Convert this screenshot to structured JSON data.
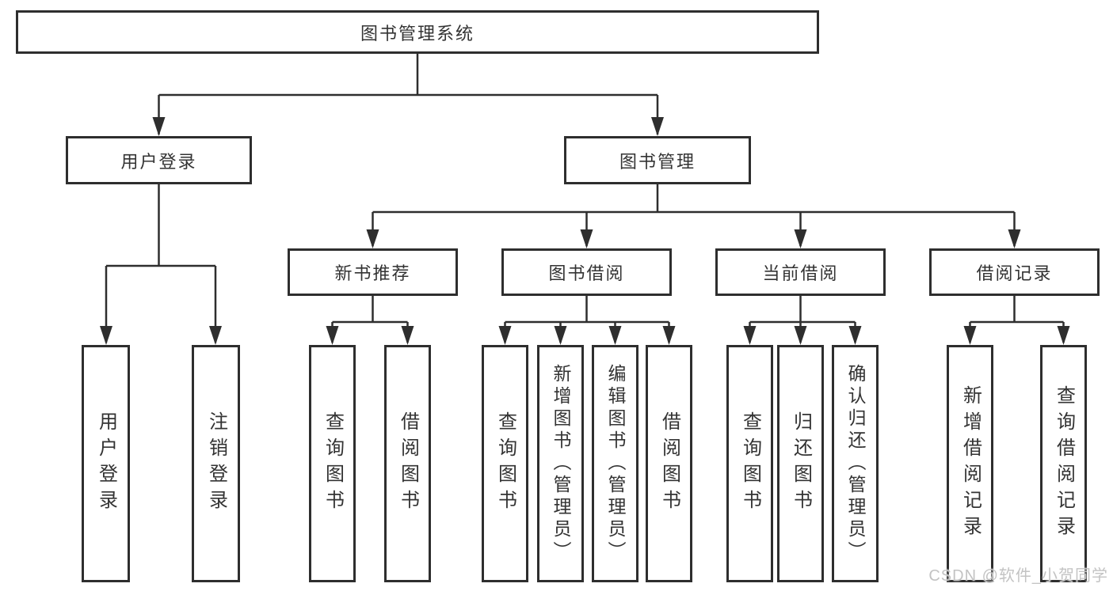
{
  "tree": {
    "label": "图书管理系统",
    "children": [
      {
        "label": "用户登录",
        "children": [
          {
            "label": "用户登录"
          },
          {
            "label": "注销登录"
          }
        ]
      },
      {
        "label": "图书管理",
        "children": [
          {
            "label": "新书推荐",
            "children": [
              {
                "label": "查询图书"
              },
              {
                "label": "借阅图书"
              }
            ]
          },
          {
            "label": "图书借阅",
            "children": [
              {
                "label": "查询图书"
              },
              {
                "label": "新增图书（管理员）"
              },
              {
                "label": "编辑图书（管理员）"
              },
              {
                "label": "借阅图书"
              }
            ]
          },
          {
            "label": "当前借阅",
            "children": [
              {
                "label": "查询图书"
              },
              {
                "label": "归还图书"
              },
              {
                "label": "确认归还（管理员）"
              }
            ]
          },
          {
            "label": "借阅记录",
            "children": [
              {
                "label": "新增借阅记录"
              },
              {
                "label": "查询借阅记录"
              }
            ]
          }
        ]
      }
    ]
  },
  "watermark": {
    "text": "CSDN @软件_小贺同学"
  },
  "colors": {
    "background": "#ffffff",
    "box_border": "#2e2e2e",
    "connector": "#2e2e2e",
    "text": "#333333",
    "watermark_text": "#c3c3c3"
  }
}
